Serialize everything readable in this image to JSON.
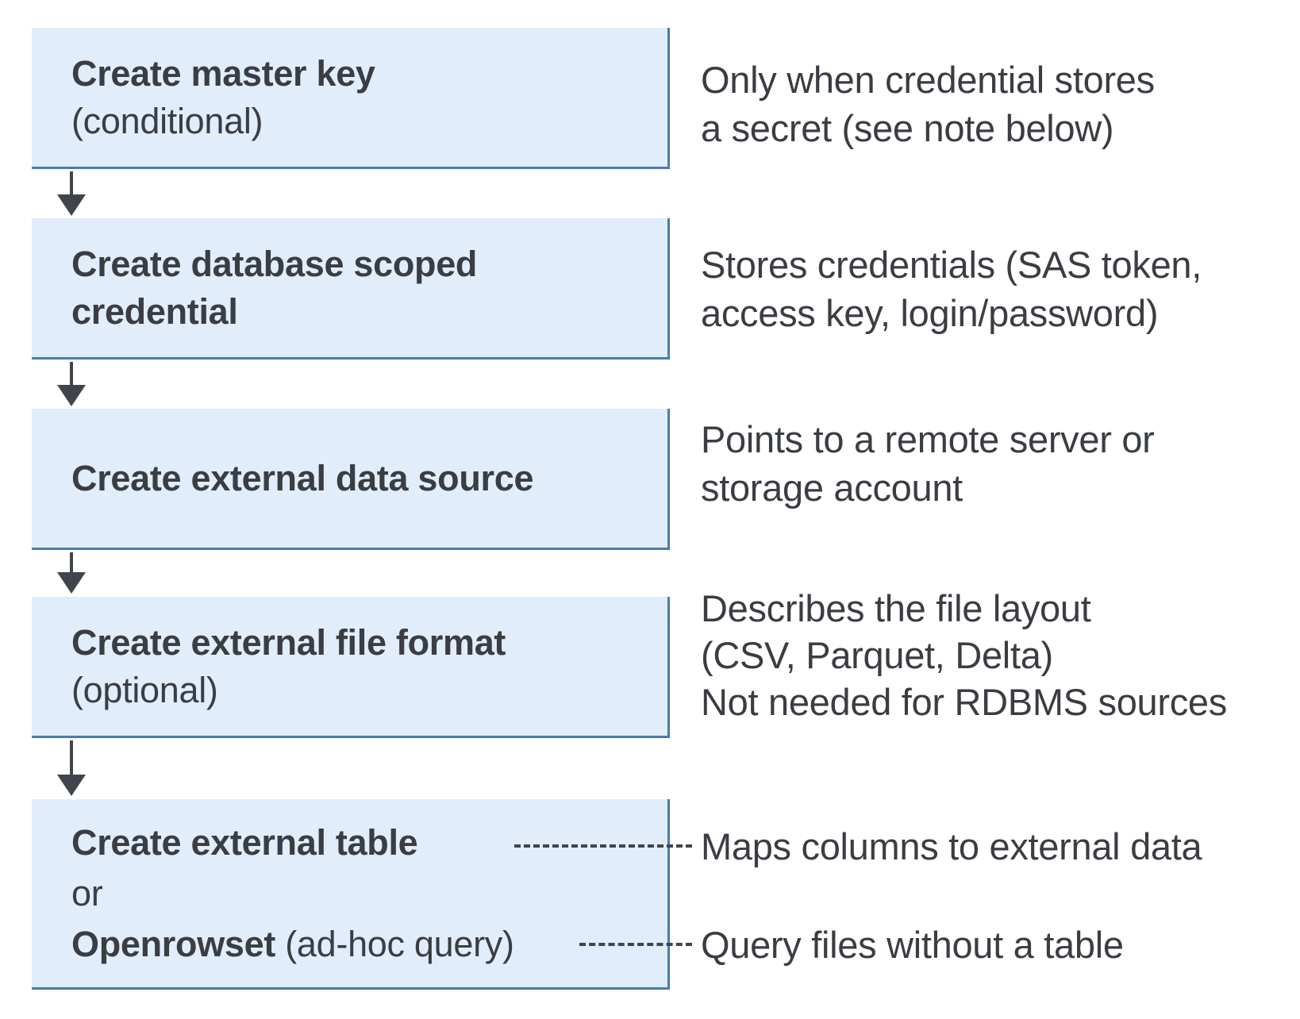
{
  "colors": {
    "background": "#ffffff",
    "box_fill": "#e2edfb",
    "box_border": "#4a7bb0",
    "text": "#3a3d42",
    "connector": "#40454d"
  },
  "flow": {
    "boxes": [
      {
        "lines": [
          {
            "text": "Create master key",
            "bold": true
          },
          {
            "text": "(conditional)",
            "bold": false
          }
        ]
      },
      {
        "lines": [
          {
            "text": "Create database scoped",
            "bold": true
          },
          {
            "text": "credential",
            "bold": true
          }
        ]
      },
      {
        "lines": [
          {
            "text": "Create external data source",
            "bold": true
          }
        ]
      },
      {
        "lines": [
          {
            "text": "Create external file format",
            "bold": true
          },
          {
            "text": "(optional)",
            "bold": false
          }
        ]
      },
      {
        "lines": [
          {
            "text": "Create external table",
            "bold": true
          },
          {
            "text": "or",
            "bold": false
          },
          {
            "segments": [
              {
                "text": "Openrowset",
                "bold": true
              },
              {
                "text": " (ad-hoc query)",
                "bold": false
              }
            ]
          }
        ]
      }
    ],
    "notes": [
      {
        "lines": [
          "Only when credential stores",
          "a secret (see note below)"
        ]
      },
      {
        "lines": [
          "Stores credentials (SAS token,",
          "access key, login/password)"
        ]
      },
      {
        "lines": [
          "Points to a remote server or",
          "storage account"
        ]
      },
      {
        "lines": [
          "Describes the file layout",
          "(CSV, Parquet, Delta)",
          "Not needed for RDBMS sources"
        ]
      },
      {
        "lines": [
          "Maps columns to external data"
        ]
      },
      {
        "lines": [
          "Query files without a table"
        ]
      }
    ]
  }
}
